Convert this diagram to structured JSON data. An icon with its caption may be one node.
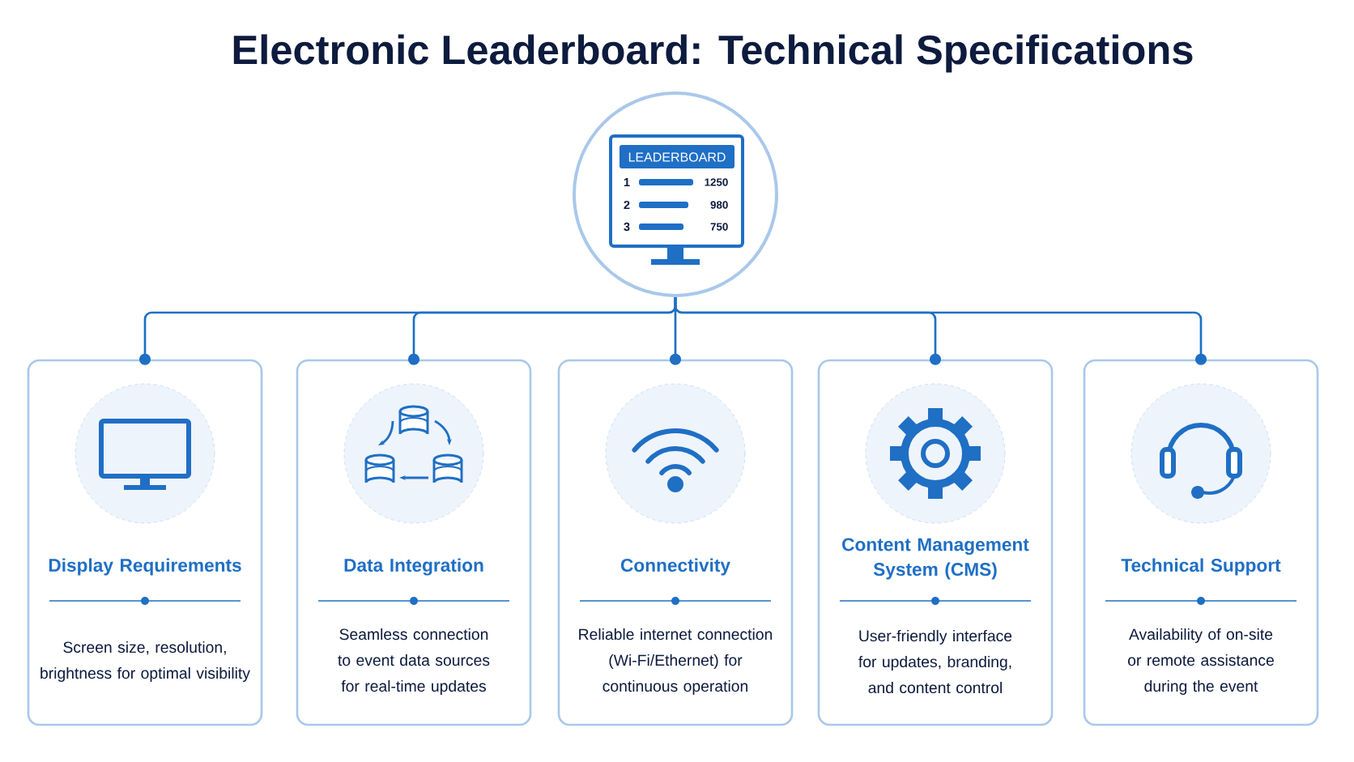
{
  "diagram": {
    "title": "Electronic Leaderboard: Technical Specifications",
    "nodes": [
      {
        "text": [
          "LEADERBOARD",
          "1",
          "1250",
          "2",
          "980",
          "3",
          "750"
        ]
      },
      {
        "text": [
          "Display Requirements",
          "Screen size, resolution, brightness for optimal visibility"
        ]
      },
      {
        "text": [
          "Data Integration",
          "Seamless connection to event data sources for real-time updates"
        ]
      },
      {
        "text": [
          "Connectivity",
          "Reliable internet connection (Wi-Fi/Ethernet) for continuous operation"
        ]
      },
      {
        "text": [
          "Content Management System (CMS)",
          "User-friendly interface for updates, branding, and content control"
        ]
      },
      {
        "text": [
          "Technical Support",
          "Availability of on-site or remote assistance during the event"
        ]
      }
    ],
    "edges": [
      {
        "from": 0,
        "to": 1,
        "arrow": "other"
      },
      {
        "from": 0,
        "to": 2,
        "arrow": "other"
      },
      {
        "from": 0,
        "to": 3,
        "arrow": "other"
      },
      {
        "from": 0,
        "to": 4,
        "arrow": "other"
      },
      {
        "from": 0,
        "to": 5,
        "arrow": "other"
      }
    ]
  }
}
